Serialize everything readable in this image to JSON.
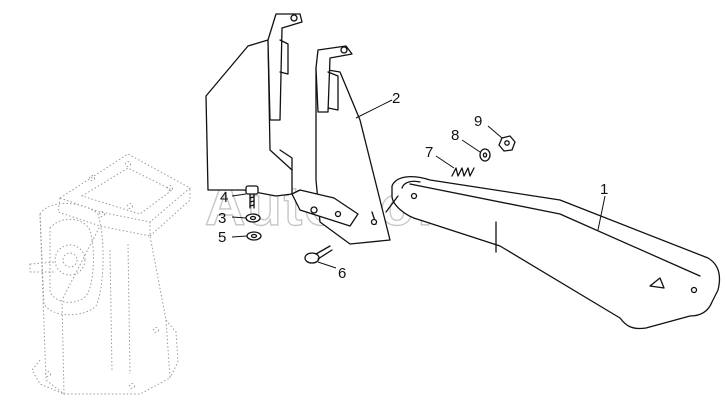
{
  "diagram": {
    "callouts": [
      {
        "id": "1",
        "label": "1"
      },
      {
        "id": "2",
        "label": "2"
      },
      {
        "id": "3",
        "label": "3"
      },
      {
        "id": "4",
        "label": "4"
      },
      {
        "id": "5",
        "label": "5"
      },
      {
        "id": "6",
        "label": "6"
      },
      {
        "id": "7",
        "label": "7"
      },
      {
        "id": "8",
        "label": "8"
      },
      {
        "id": "9",
        "label": "9"
      }
    ],
    "watermark": "AutoSoft"
  }
}
